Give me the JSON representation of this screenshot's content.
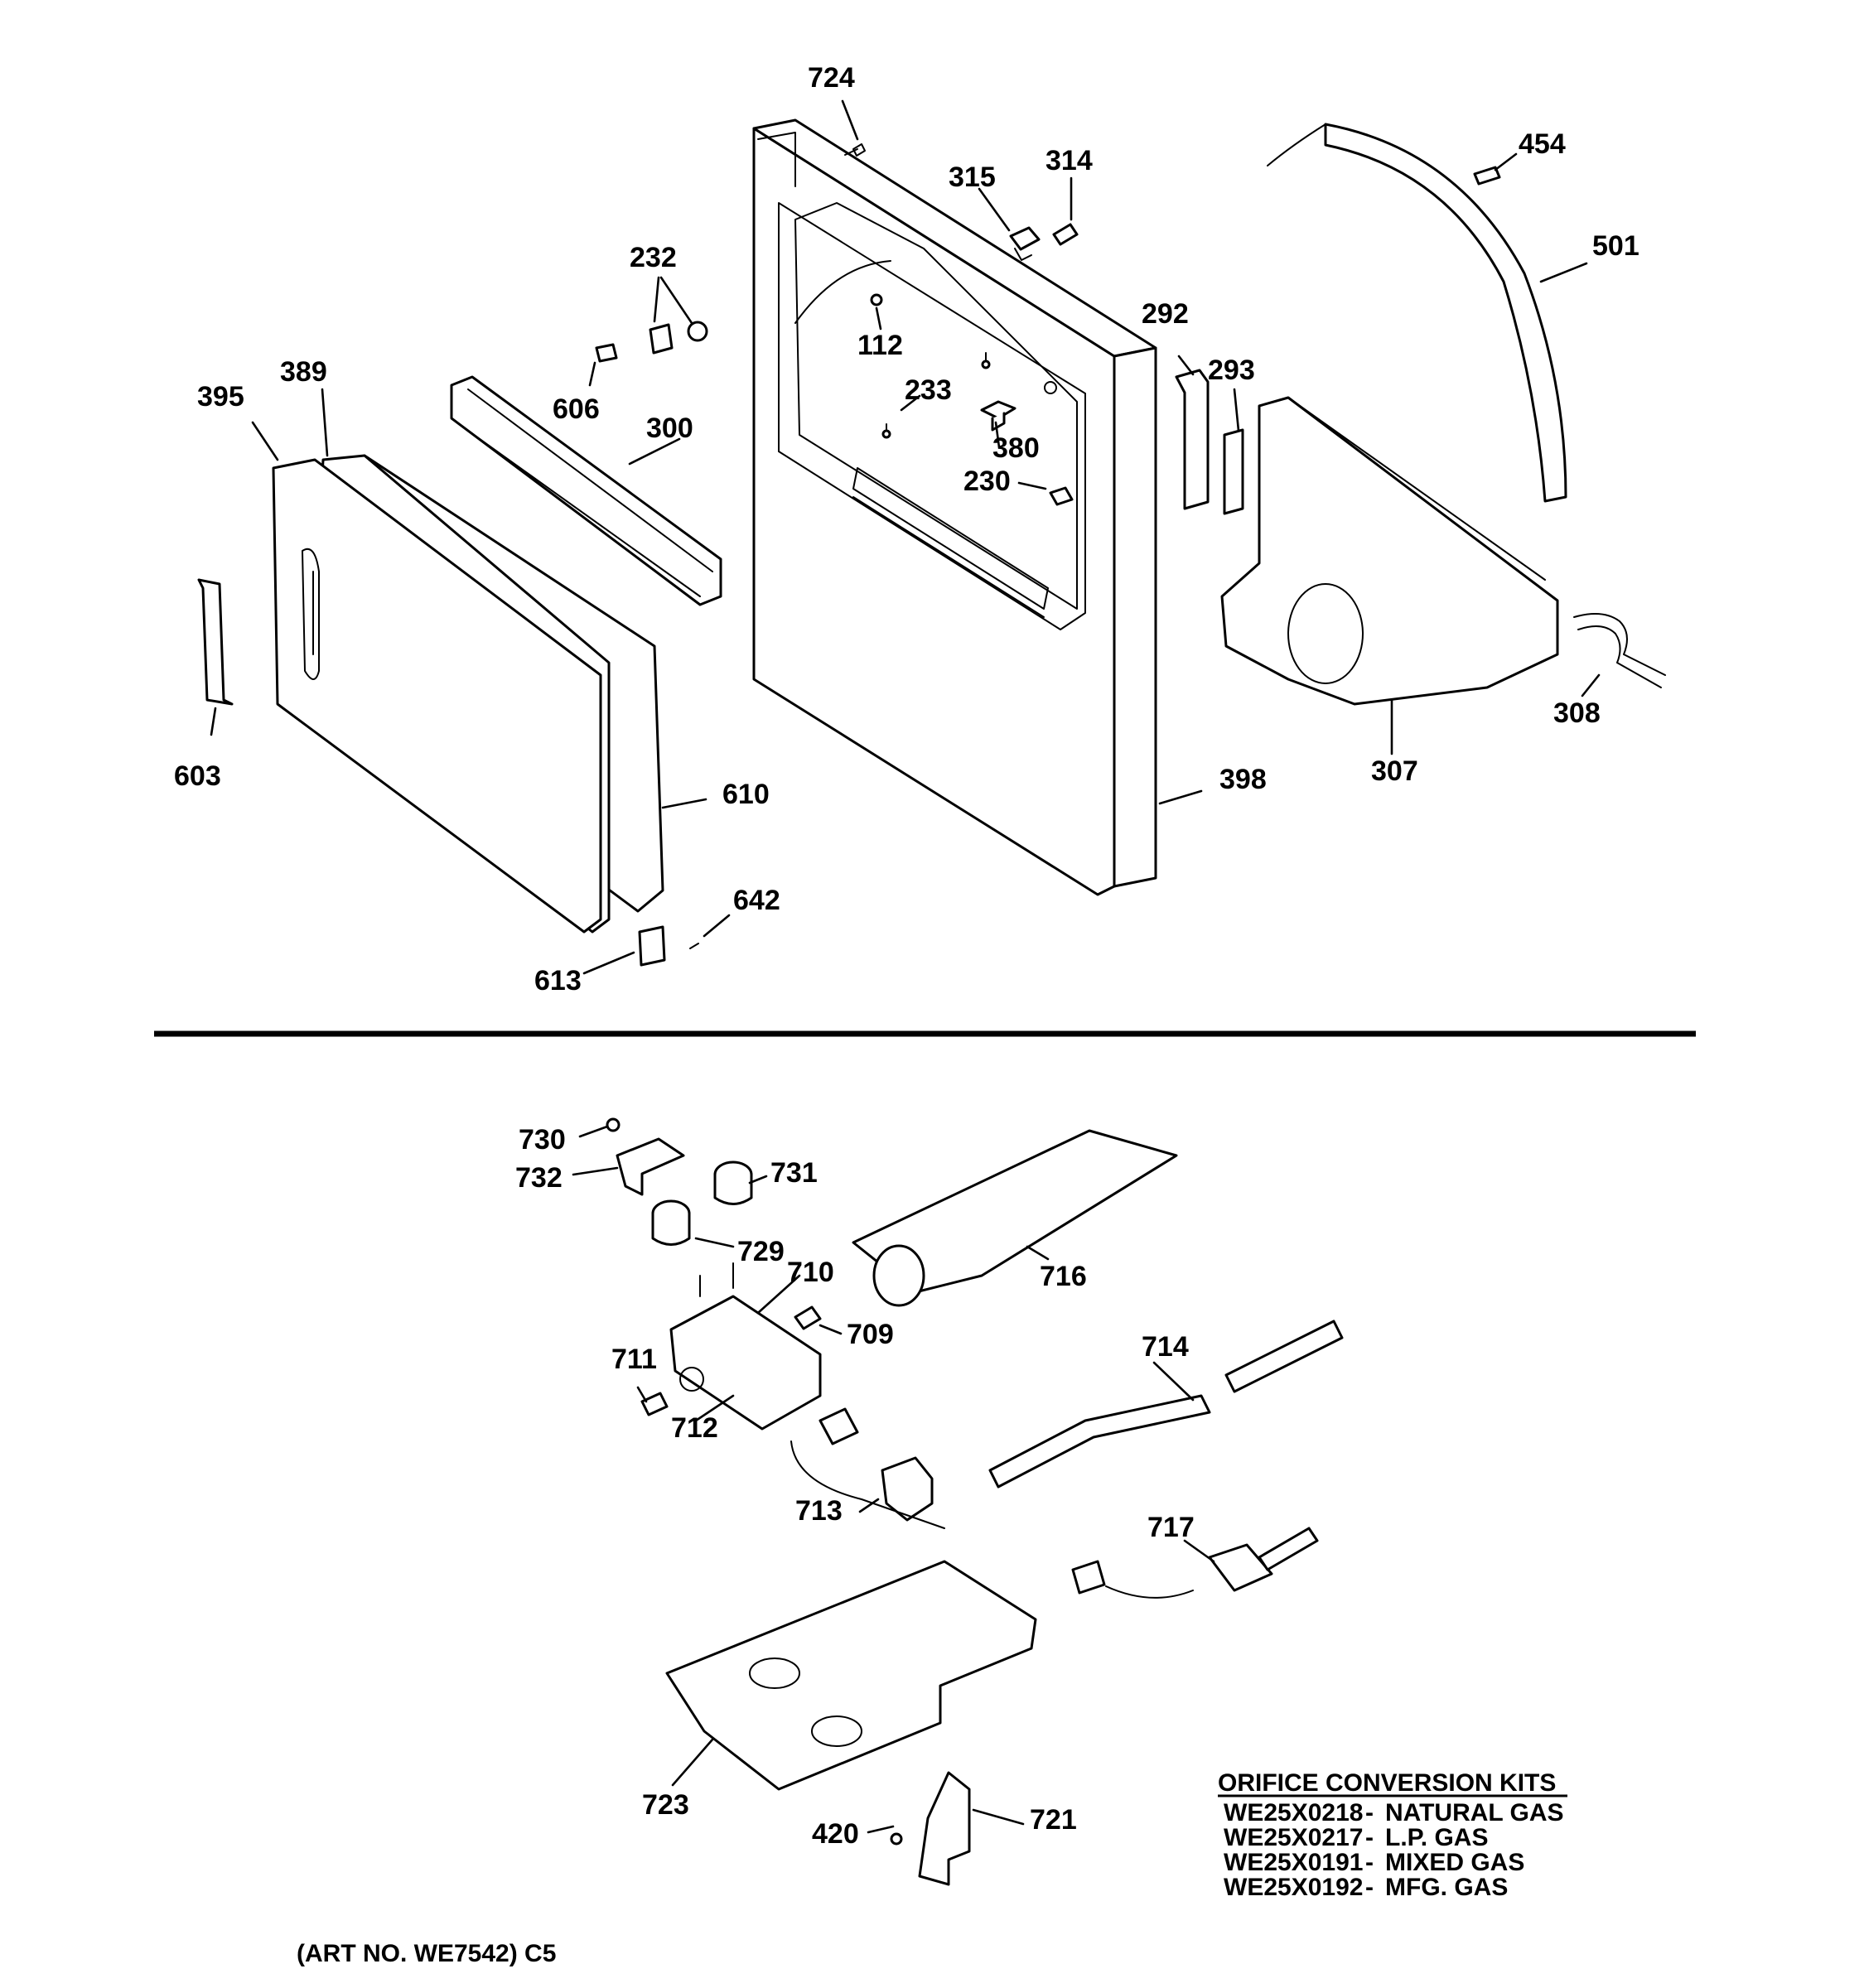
{
  "callouts": [
    {
      "id": "724",
      "label": "724"
    },
    {
      "id": "315",
      "label": "315"
    },
    {
      "id": "314",
      "label": "314"
    },
    {
      "id": "454",
      "label": "454"
    },
    {
      "id": "501",
      "label": "501"
    },
    {
      "id": "232",
      "label": "232"
    },
    {
      "id": "112",
      "label": "112"
    },
    {
      "id": "292",
      "label": "292"
    },
    {
      "id": "293",
      "label": "293"
    },
    {
      "id": "233",
      "label": "233"
    },
    {
      "id": "389",
      "label": "389"
    },
    {
      "id": "395",
      "label": "395"
    },
    {
      "id": "606",
      "label": "606"
    },
    {
      "id": "300",
      "label": "300"
    },
    {
      "id": "380",
      "label": "380"
    },
    {
      "id": "230",
      "label": "230"
    },
    {
      "id": "308",
      "label": "308"
    },
    {
      "id": "603",
      "label": "603"
    },
    {
      "id": "398",
      "label": "398"
    },
    {
      "id": "307",
      "label": "307"
    },
    {
      "id": "610",
      "label": "610"
    },
    {
      "id": "642",
      "label": "642"
    },
    {
      "id": "613",
      "label": "613"
    },
    {
      "id": "730",
      "label": "730"
    },
    {
      "id": "732",
      "label": "732"
    },
    {
      "id": "731",
      "label": "731"
    },
    {
      "id": "729",
      "label": "729"
    },
    {
      "id": "710",
      "label": "710"
    },
    {
      "id": "716",
      "label": "716"
    },
    {
      "id": "709",
      "label": "709"
    },
    {
      "id": "711",
      "label": "711"
    },
    {
      "id": "714",
      "label": "714"
    },
    {
      "id": "712",
      "label": "712"
    },
    {
      "id": "713",
      "label": "713"
    },
    {
      "id": "717",
      "label": "717"
    },
    {
      "id": "723",
      "label": "723"
    },
    {
      "id": "420",
      "label": "420"
    },
    {
      "id": "721",
      "label": "721"
    }
  ],
  "orifice_kits": {
    "heading": "ORIFICE CONVERSION KITS",
    "items": [
      {
        "part": "WE25X0218",
        "sep": "-",
        "desc": "NATURAL GAS"
      },
      {
        "part": "WE25X0217",
        "sep": "-",
        "desc": "L.P. GAS"
      },
      {
        "part": "WE25X0191",
        "sep": "-",
        "desc": "MIXED GAS"
      },
      {
        "part": "WE25X0192",
        "sep": "-",
        "desc": "MFG. GAS"
      }
    ]
  },
  "art_number": "(ART NO. WE7542) C5"
}
